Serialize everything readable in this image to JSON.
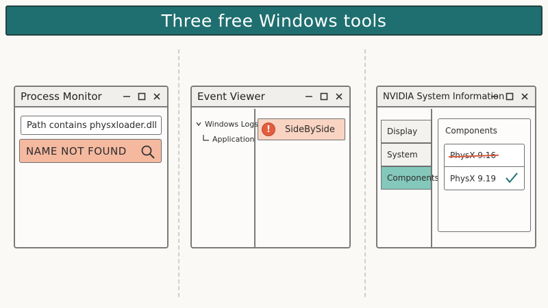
{
  "banner": {
    "title": "Three free Windows tools"
  },
  "colors": {
    "banner": "#1f6f70",
    "not_found": "#f5b9a0",
    "event_error": "#f9d4c2",
    "active_tab": "#83c8bb",
    "strike": "#d9583a",
    "check": "#1f6f70"
  },
  "process_monitor": {
    "title": "Process Monitor",
    "filter_text": "Path contains physxloader.dll",
    "result_text": "NAME NOT FOUND",
    "result_icon": "search-icon"
  },
  "event_viewer": {
    "title": "Event Viewer",
    "tree": {
      "root": "Windows Logs",
      "child": "Application"
    },
    "event": {
      "icon": "!",
      "source": "SideBySide"
    }
  },
  "nvidia": {
    "title": "NVIDIA System Information",
    "tabs": [
      {
        "label": "Display",
        "active": false
      },
      {
        "label": "System",
        "active": false
      },
      {
        "label": "Components",
        "active": true
      }
    ],
    "panel_title": "Components",
    "components": [
      {
        "label": "PhysX 9.16",
        "status": "struck"
      },
      {
        "label": "PhysX 9.19",
        "status": "check"
      }
    ]
  }
}
